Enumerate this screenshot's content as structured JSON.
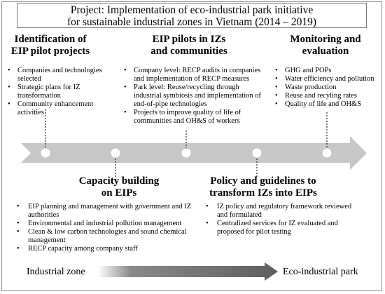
{
  "title": {
    "line1": "Project: Implementation of eco-industrial park initiative",
    "line2": "for sustainable industrial zones in Vietnam (2014 – 2019)"
  },
  "top": {
    "identification": {
      "heading_line1": "Identification of",
      "heading_line2": "EIP pilot projects",
      "bullets": [
        "Companies and technologies selected",
        "Strategic plans for IZ transformation",
        "Community enhancement activities"
      ]
    },
    "pilots": {
      "heading_line1": "EIP pilots in IZs",
      "heading_line2": "and communities",
      "bullets": [
        "Company level: RECP audits in companies and implementation of RECP measures",
        "Park level: Reuse/recycling through industrial symbiosis and implementation of end-of-pipe technologies",
        "Projects to improve quality of life of communities and OH&S of workers"
      ]
    },
    "monitoring": {
      "heading_line1": "Monitoring and",
      "heading_line2": "evaluation",
      "bullets": [
        "GHG and POPs",
        "Water efficiency and pollution",
        "Waste production",
        "Reuse and recyling rates",
        "Quality of life and OH&S"
      ]
    }
  },
  "bottom": {
    "capacity": {
      "heading_line1": "Capacity building",
      "heading_line2": "on EIPs",
      "bullets": [
        "EIP planning and management with government and IZ authorities",
        "Environmental and industrial pollution management",
        "Clean & low carbon technologies and sound chemical management",
        "RECP capacity among company staff"
      ]
    },
    "policy": {
      "heading_line1": "Policy and guidelines to",
      "heading_line2": "transform IZs into EIPs",
      "bullets": [
        "IZ policy and regulatory framework reviewed and formulated",
        "Centralized services for IZ evaluated and proposed for pilot testing"
      ]
    }
  },
  "transition": {
    "from": "Industrial zone",
    "to": "Eco-industrial park"
  },
  "colors": {
    "main_arrow": "#c7c7c7",
    "bottom_arrow": "#6e6e6e",
    "frame": "#8a8a8a"
  }
}
